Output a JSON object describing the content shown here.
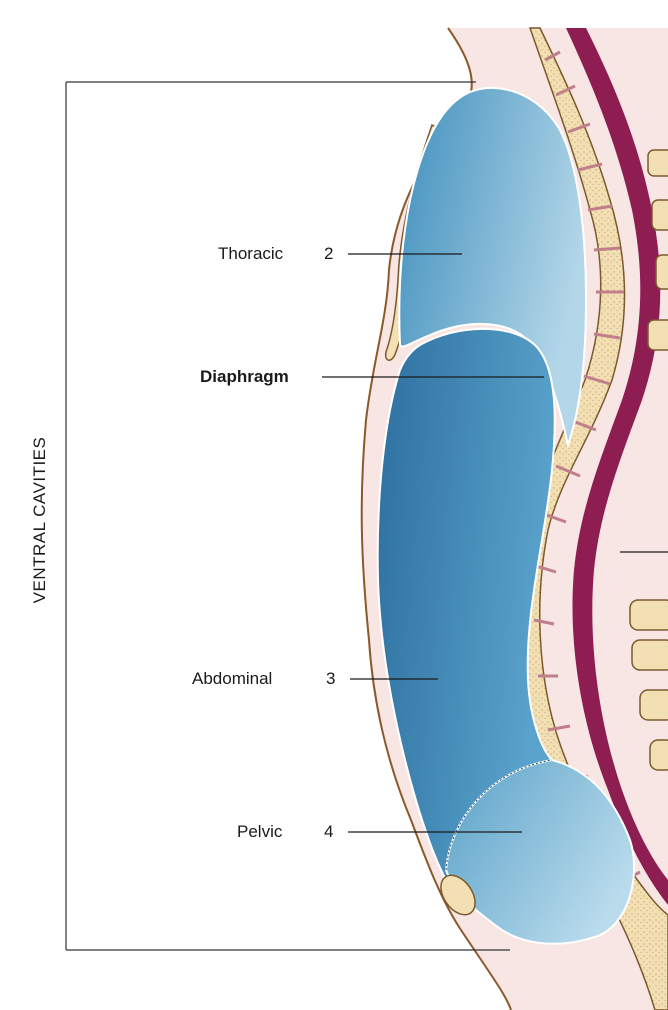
{
  "title": "VENTRAL CAVITIES",
  "labels": {
    "thoracic": {
      "name": "Thoracic",
      "num": "2"
    },
    "diaphragm": {
      "name": "Diaphragm"
    },
    "abdominal": {
      "name": "Abdominal",
      "num": "3"
    },
    "pelvic": {
      "name": "Pelvic",
      "num": "4"
    }
  },
  "colors": {
    "cavity_dark": "#2f76a8",
    "cavity_light": "#a9cfe2",
    "tissue": "#f7e3e1",
    "skin_line": "#8b5a2b",
    "bone": "#f2dfb4",
    "bone_outline": "#7a5a2c",
    "spinal_cord": "#8e1d52",
    "disc": "#d9a0a6",
    "leader": "#1a1a1a"
  }
}
